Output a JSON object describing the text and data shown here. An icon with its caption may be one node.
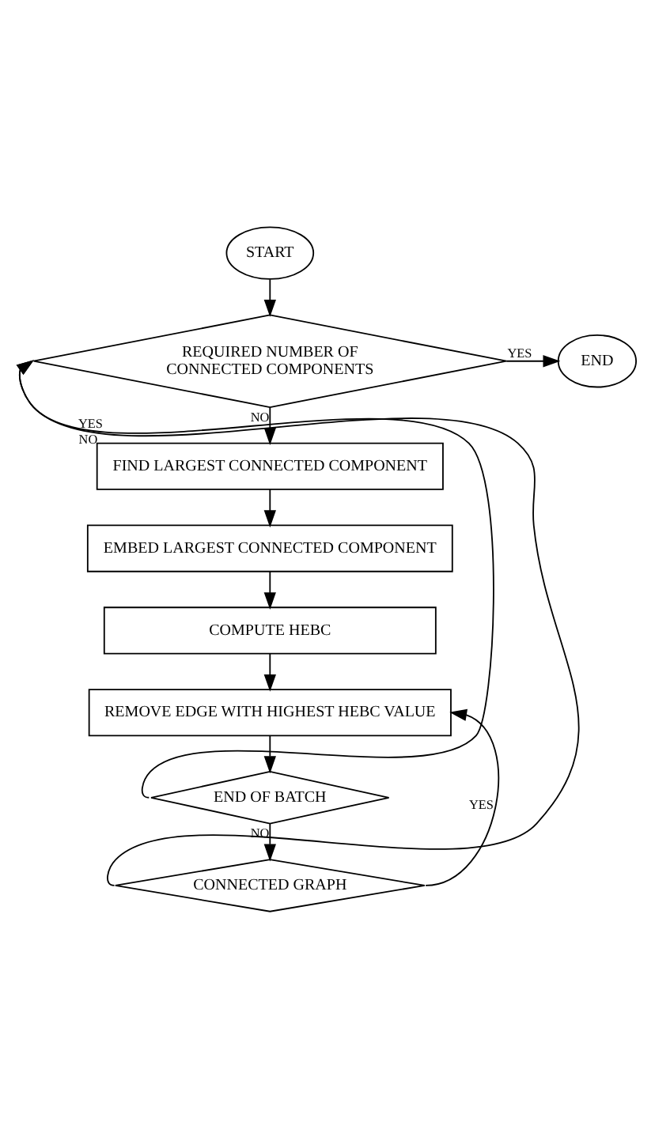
{
  "diagram": {
    "nodes": [
      {
        "text": [
          "START"
        ]
      },
      {
        "text": [
          "REQUIRED NUMBER OF CONNECTED COMPONENTS"
        ]
      },
      {
        "text": [
          "END"
        ]
      },
      {
        "text": [
          "FIND LARGEST CONNECTED COMPONENT"
        ]
      },
      {
        "text": [
          "EMBED LARGEST CONNECTED COMPONENT"
        ]
      },
      {
        "text": [
          "COMPUTE HEBC"
        ]
      },
      {
        "text": [
          "REMOVE EDGE WITH HIGHEST HEBC VALUE"
        ]
      },
      {
        "text": [
          "END OF BATCH"
        ]
      },
      {
        "text": [
          "CONNECTED GRAPH"
        ]
      }
    ],
    "edges": [
      {
        "from": 0,
        "to": 1,
        "arrow": "to"
      },
      {
        "from": 1,
        "to": 2,
        "arrow": "to",
        "label": "YES"
      },
      {
        "from": 1,
        "to": 3,
        "arrow": "to",
        "label": "NO"
      },
      {
        "from": 3,
        "to": 4,
        "arrow": "to"
      },
      {
        "from": 4,
        "to": 5,
        "arrow": "to"
      },
      {
        "from": 5,
        "to": 6,
        "arrow": "to"
      },
      {
        "from": 6,
        "to": 7,
        "arrow": "to"
      },
      {
        "from": 7,
        "to": 1,
        "arrow": "to",
        "label": "YES"
      },
      {
        "from": 7,
        "to": 8,
        "arrow": "to",
        "label": "NO"
      },
      {
        "from": 8,
        "to": 1,
        "arrow": "to",
        "label": "NO"
      },
      {
        "from": 8,
        "to": 6,
        "arrow": "to",
        "label": "YES"
      }
    ]
  }
}
